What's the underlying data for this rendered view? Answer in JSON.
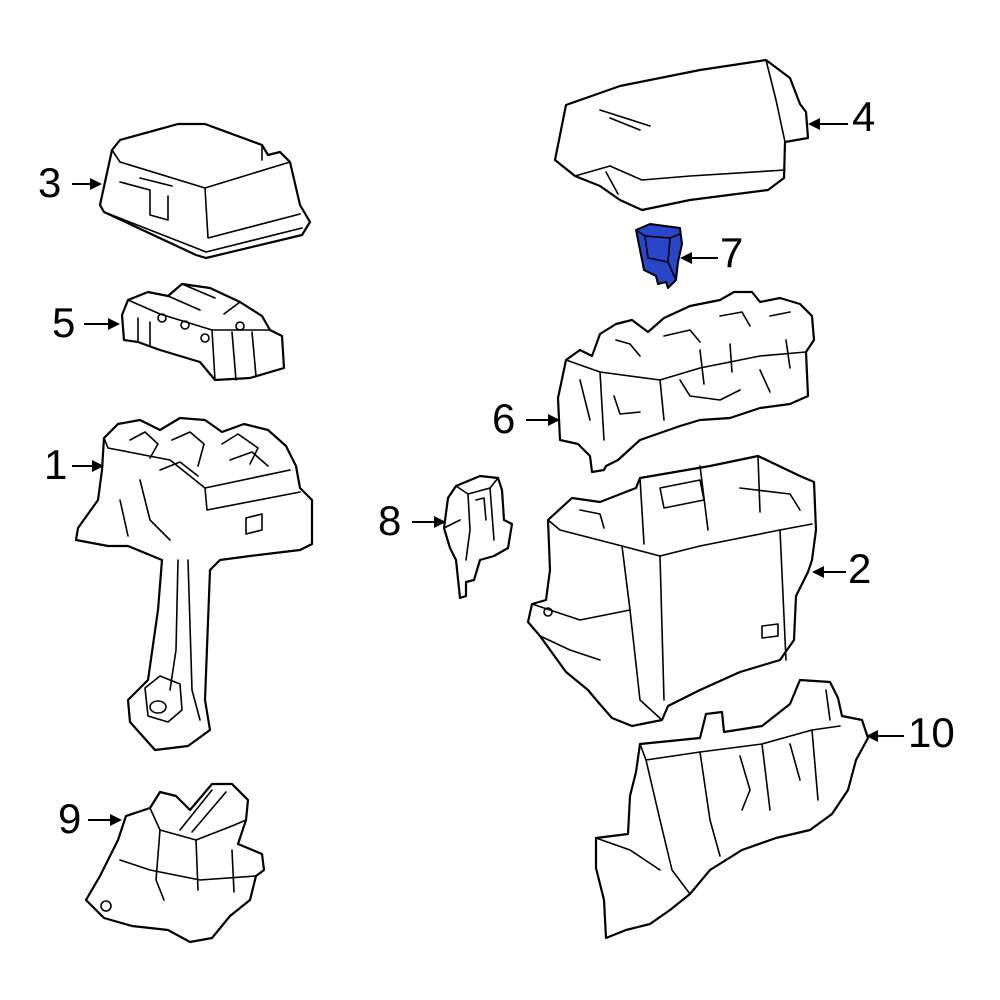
{
  "diagram": {
    "highlight_color": "#2945c8",
    "line_color": "#000000",
    "callouts": [
      {
        "id": "1",
        "label": "1"
      },
      {
        "id": "2",
        "label": "2"
      },
      {
        "id": "3",
        "label": "3"
      },
      {
        "id": "4",
        "label": "4"
      },
      {
        "id": "5",
        "label": "5"
      },
      {
        "id": "6",
        "label": "6"
      },
      {
        "id": "7",
        "label": "7",
        "highlighted": true
      },
      {
        "id": "8",
        "label": "8"
      },
      {
        "id": "9",
        "label": "9"
      },
      {
        "id": "10",
        "label": "10"
      }
    ]
  }
}
